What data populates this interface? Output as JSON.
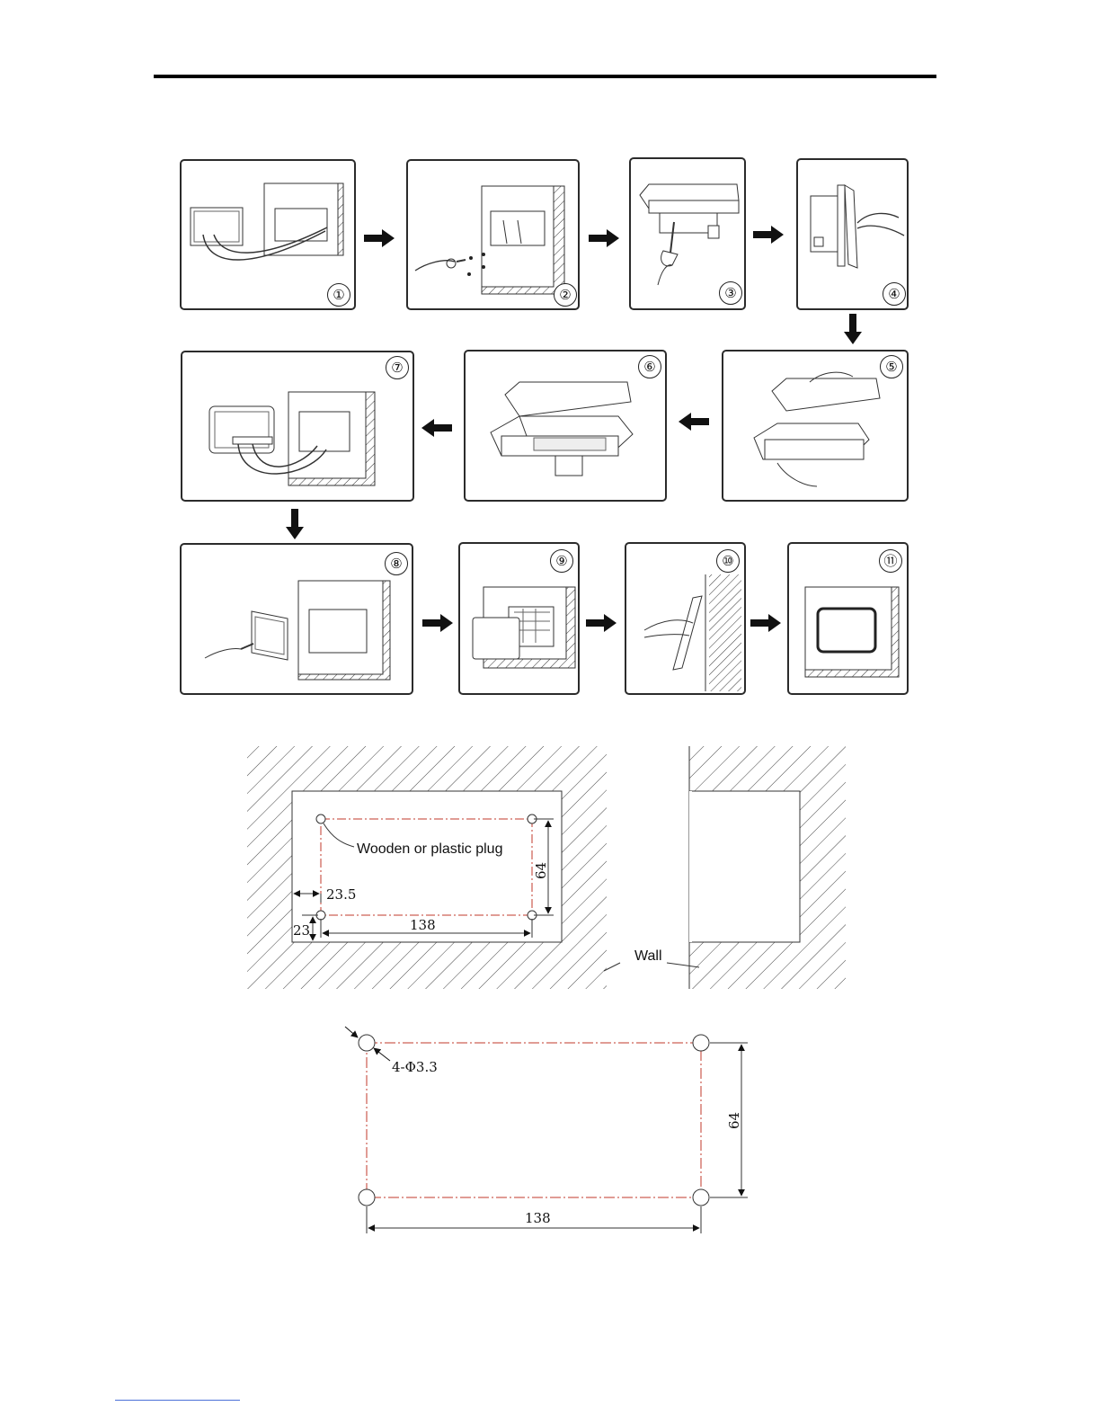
{
  "steps": [
    {
      "num": "①"
    },
    {
      "num": "②"
    },
    {
      "num": "③"
    },
    {
      "num": "④"
    },
    {
      "num": "⑤"
    },
    {
      "num": "⑥"
    },
    {
      "num": "⑦"
    },
    {
      "num": "⑧"
    },
    {
      "num": "⑨"
    },
    {
      "num": "⑩"
    },
    {
      "num": "⑪"
    }
  ],
  "wall_drawing": {
    "plug_label": "Wooden or plastic plug",
    "wall_label": "Wall",
    "dim_height": "64",
    "dim_width": "138",
    "dim_left_offset": "23.5",
    "dim_bottom_offset": "23"
  },
  "hole_drawing": {
    "hole_label": "4-Φ3.3",
    "dim_height": "64",
    "dim_width": "138"
  },
  "colors": {
    "line": "#222222",
    "centerline": "#c0392b",
    "link": "#4a6fd8"
  }
}
